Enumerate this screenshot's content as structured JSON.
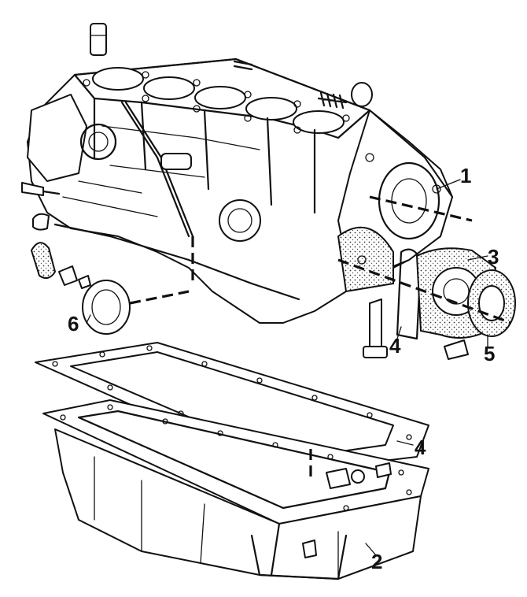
{
  "callouts": [
    {
      "id": "1",
      "label": "1"
    },
    {
      "id": "2",
      "label": "2"
    },
    {
      "id": "3",
      "label": "3"
    },
    {
      "id": "4a",
      "label": "4"
    },
    {
      "id": "4b",
      "label": "4"
    },
    {
      "id": "5",
      "label": "5"
    },
    {
      "id": "6",
      "label": "6"
    }
  ]
}
